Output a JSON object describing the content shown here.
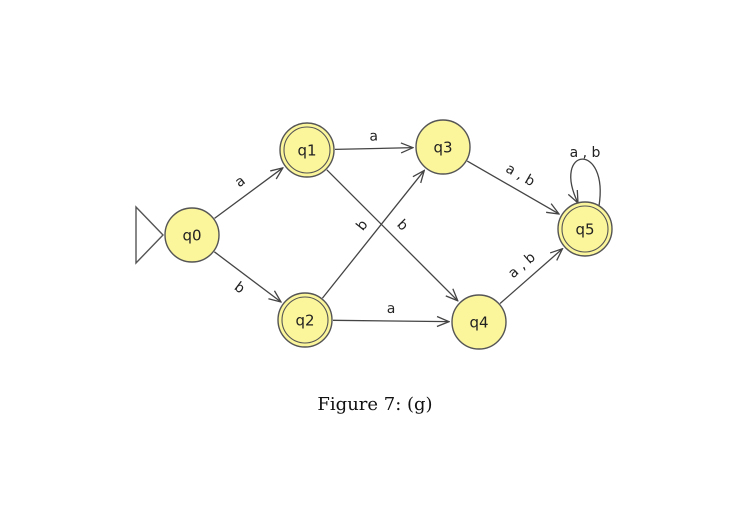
{
  "colors": {
    "state_fill": "#fbf59b",
    "state_stroke": "#555555",
    "edge_stroke": "#444444"
  },
  "states": [
    {
      "id": "q0",
      "label": "q0",
      "initial": true,
      "accepting": false
    },
    {
      "id": "q1",
      "label": "q1",
      "initial": false,
      "accepting": true
    },
    {
      "id": "q2",
      "label": "q2",
      "initial": false,
      "accepting": true
    },
    {
      "id": "q3",
      "label": "q3",
      "initial": false,
      "accepting": false
    },
    {
      "id": "q4",
      "label": "q4",
      "initial": false,
      "accepting": false
    },
    {
      "id": "q5",
      "label": "q5",
      "initial": false,
      "accepting": true
    }
  ],
  "transitions": [
    {
      "from": "q0",
      "to": "q1",
      "label": "a"
    },
    {
      "from": "q0",
      "to": "q2",
      "label": "b"
    },
    {
      "from": "q1",
      "to": "q3",
      "label": "a"
    },
    {
      "from": "q1",
      "to": "q4",
      "label": "b"
    },
    {
      "from": "q2",
      "to": "q3",
      "label": "b"
    },
    {
      "from": "q2",
      "to": "q4",
      "label": "a"
    },
    {
      "from": "q3",
      "to": "q5",
      "label": "a , b"
    },
    {
      "from": "q4",
      "to": "q5",
      "label": "a , b"
    },
    {
      "from": "q5",
      "to": "q5",
      "label": "a , b"
    }
  ],
  "caption": "Figure 7:  (g)"
}
